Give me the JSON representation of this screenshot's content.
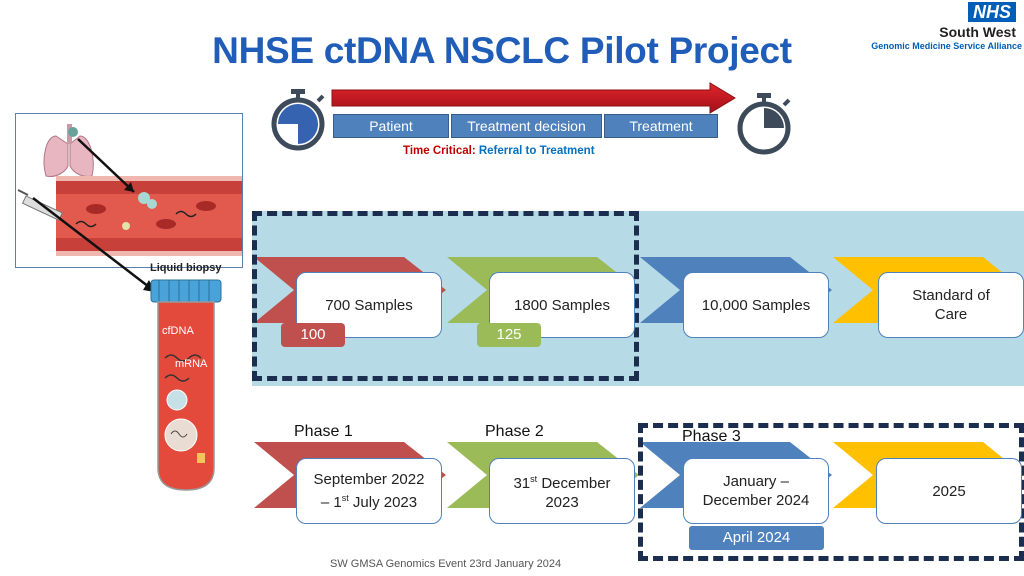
{
  "header": {
    "title": "NHSE ctDNA NSCLC Pilot Project",
    "logo": {
      "brand": "NHS",
      "region": "South West",
      "alliance": "Genomic Medicine Service Alliance"
    }
  },
  "timeline": {
    "steps": [
      "Patient",
      "Treatment decision",
      "Treatment"
    ],
    "time_critical_label": "Time Critical:",
    "time_critical_value": "Referral to Treatment"
  },
  "illustration": {
    "caption": "Liquid biopsy",
    "tube_labels": [
      "cfDNA",
      "mRNA"
    ]
  },
  "samples_row": [
    {
      "label": "700 Samples",
      "tag": "100",
      "color": "#c0504d"
    },
    {
      "label": "1800 Samples",
      "tag": "125",
      "color": "#9bbb59"
    },
    {
      "label": "10,000 Samples",
      "color": "#4f81bd"
    },
    {
      "label": "Standard of Care",
      "color": "#ffc000"
    }
  ],
  "phases": [
    {
      "name": "Phase 1",
      "line1": "September 2022",
      "line2_pre": "– 1",
      "line2_sup": "st",
      "line2_post": " July 2023"
    },
    {
      "name": "Phase 2",
      "line1_pre": "31",
      "line1_sup": "st",
      "line1_post": " December",
      "line2": "2023"
    },
    {
      "name": "Phase 3",
      "line1": "January –",
      "line2": "December 2024",
      "tag": "April 2024"
    },
    {
      "line1": "2025"
    }
  ],
  "footer": "SW GMSA Genomics Event 23rd January 2024"
}
